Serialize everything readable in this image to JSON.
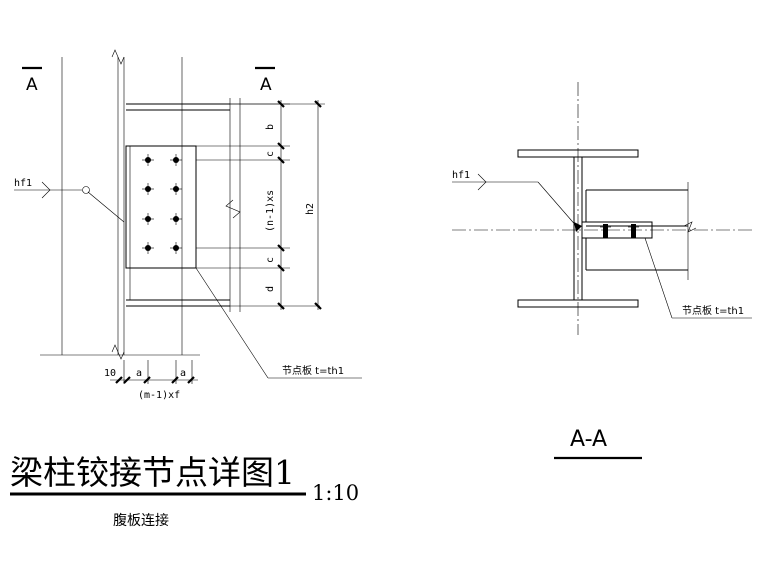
{
  "drawing": {
    "title": "梁柱铰接节点详图1",
    "scale": "1:10",
    "subtitle": "腹板连接"
  },
  "elevation": {
    "section_mark_left": "A",
    "section_mark_right": "A",
    "weld_label": "hf1",
    "dim_b": "b",
    "dim_c_top": "c",
    "dim_n_xs": "(n-1)xs",
    "dim_c_bottom": "c",
    "dim_d": "d",
    "dim_h2": "h2",
    "dim_10": "10",
    "dim_a_left": "a",
    "dim_a_right": "a",
    "dim_m_xf": "(m-1)xf",
    "plate_label": "节点板 t=th1"
  },
  "section": {
    "title": "A-A",
    "weld_label": "hf1",
    "plate_label": "节点板 t=th1"
  }
}
